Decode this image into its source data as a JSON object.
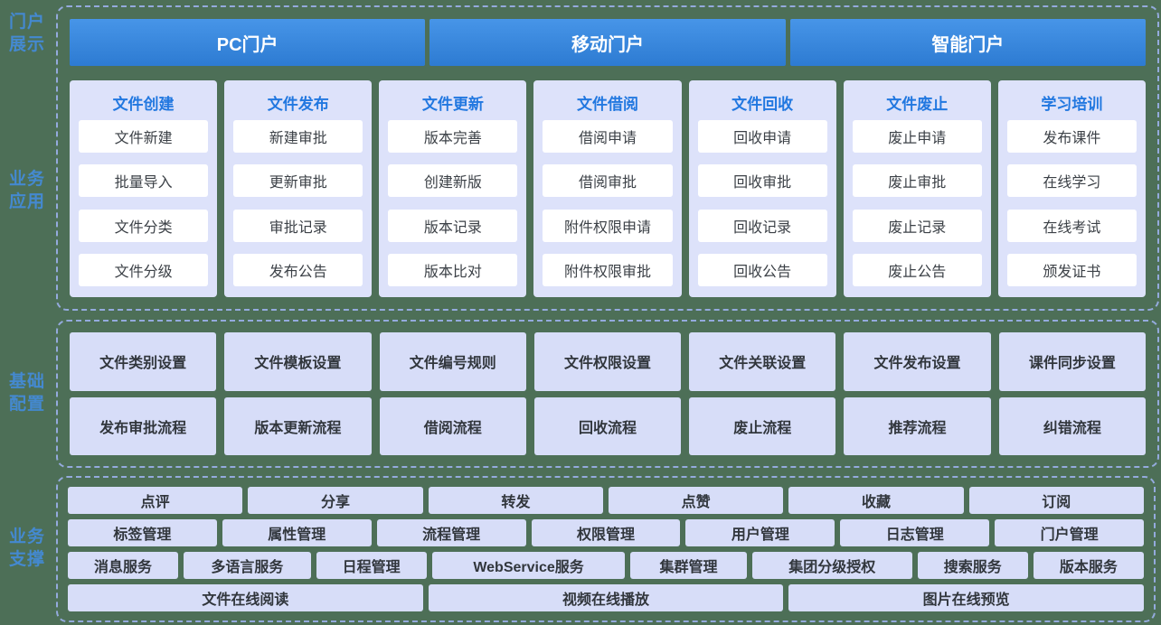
{
  "colors": {
    "background": "#4d6f57",
    "dashed_border": "#94aadd",
    "portal_gradient_top": "#4795e8",
    "portal_gradient_bottom": "#2d7bd2",
    "column_panel": "#dde2fa",
    "lavender_box": "#d7ddf8",
    "header_blue": "#2278e0",
    "rail_label_blue": "#4489d0",
    "item_text": "#3c4147"
  },
  "portal_display": {
    "rail_label_line1": "门户",
    "rail_label_line2": "展示",
    "portals": [
      "PC门户",
      "移动门户",
      "智能门户"
    ]
  },
  "business_apps": {
    "rail_label_line1": "业务",
    "rail_label_line2": "应用",
    "columns": [
      {
        "title": "文件创建",
        "items": [
          "文件新建",
          "批量导入",
          "文件分类",
          "文件分级"
        ]
      },
      {
        "title": "文件发布",
        "items": [
          "新建审批",
          "更新审批",
          "审批记录",
          "发布公告"
        ]
      },
      {
        "title": "文件更新",
        "items": [
          "版本完善",
          "创建新版",
          "版本记录",
          "版本比对"
        ]
      },
      {
        "title": "文件借阅",
        "items": [
          "借阅申请",
          "借阅审批",
          "附件权限申请",
          "附件权限审批"
        ]
      },
      {
        "title": "文件回收",
        "items": [
          "回收申请",
          "回收审批",
          "回收记录",
          "回收公告"
        ]
      },
      {
        "title": "文件废止",
        "items": [
          "废止申请",
          "废止审批",
          "废止记录",
          "废止公告"
        ]
      },
      {
        "title": "学习培训",
        "items": [
          "发布课件",
          "在线学习",
          "在线考试",
          "颁发证书"
        ]
      }
    ]
  },
  "basic_config": {
    "rail_label_line1": "基础",
    "rail_label_line2": "配置",
    "row1": [
      "文件类别设置",
      "文件模板设置",
      "文件编号规则",
      "文件权限设置",
      "文件关联设置",
      "文件发布设置",
      "课件同步设置"
    ],
    "row2": [
      "发布审批流程",
      "版本更新流程",
      "借阅流程",
      "回收流程",
      "废止流程",
      "推荐流程",
      "纠错流程"
    ]
  },
  "business_support": {
    "rail_label_line1": "业务",
    "rail_label_line2": "支撑",
    "row1": [
      "点评",
      "分享",
      "转发",
      "点赞",
      "收藏",
      "订阅"
    ],
    "row2": [
      "标签管理",
      "属性管理",
      "流程管理",
      "权限管理",
      "用户管理",
      "日志管理",
      "门户管理"
    ],
    "row3": [
      "消息服务",
      "多语言服务",
      "日程管理",
      "WebService服务",
      "集群管理",
      "集团分级授权",
      "搜索服务",
      "版本服务"
    ],
    "row4": [
      "文件在线阅读",
      "视频在线播放",
      "图片在线预览"
    ]
  }
}
